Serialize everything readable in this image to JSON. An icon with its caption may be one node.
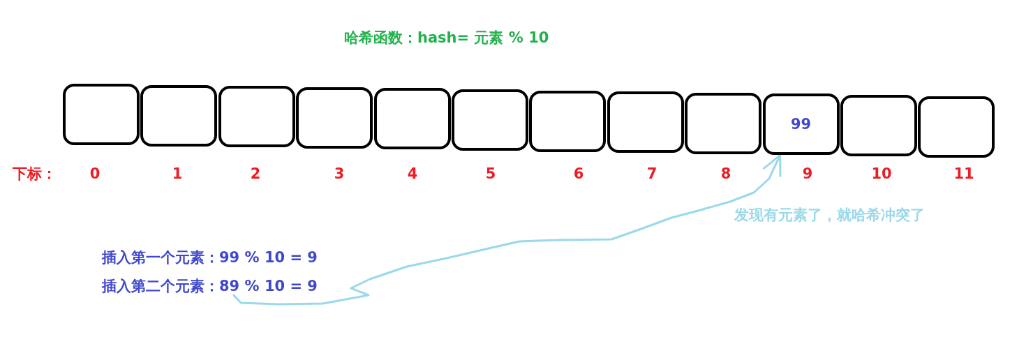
{
  "diagram": {
    "title": "哈希函数：hash= 元素 % 10",
    "nodes": [
      {
        "text": [],
        "shape": "box"
      },
      {
        "text": [],
        "shape": "box"
      },
      {
        "text": [],
        "shape": "box"
      },
      {
        "text": [],
        "shape": "box"
      },
      {
        "text": [],
        "shape": "box"
      },
      {
        "text": [],
        "shape": "box"
      },
      {
        "text": [],
        "shape": "box"
      },
      {
        "text": [],
        "shape": "box"
      },
      {
        "text": [],
        "shape": "box"
      },
      {
        "text": [
          "99"
        ]
      },
      {
        "text": [],
        "shape": "box"
      },
      {
        "text": [],
        "shape": "box"
      },
      {
        "text": [
          "插入第二个元素：89 % 10 = 9"
        ]
      }
    ],
    "edges": [
      {
        "from": 12,
        "to": 9,
        "arrow": "to",
        "color": "#99d9ea"
      }
    ],
    "labels": [
      "下标：",
      "0",
      "1",
      "2",
      "3",
      "4",
      "5",
      "6",
      "7",
      "8",
      "9",
      "10",
      "11",
      "发现有元素了，就哈希冲突了",
      "插入第一个元素：99 % 10 = 9"
    ]
  }
}
